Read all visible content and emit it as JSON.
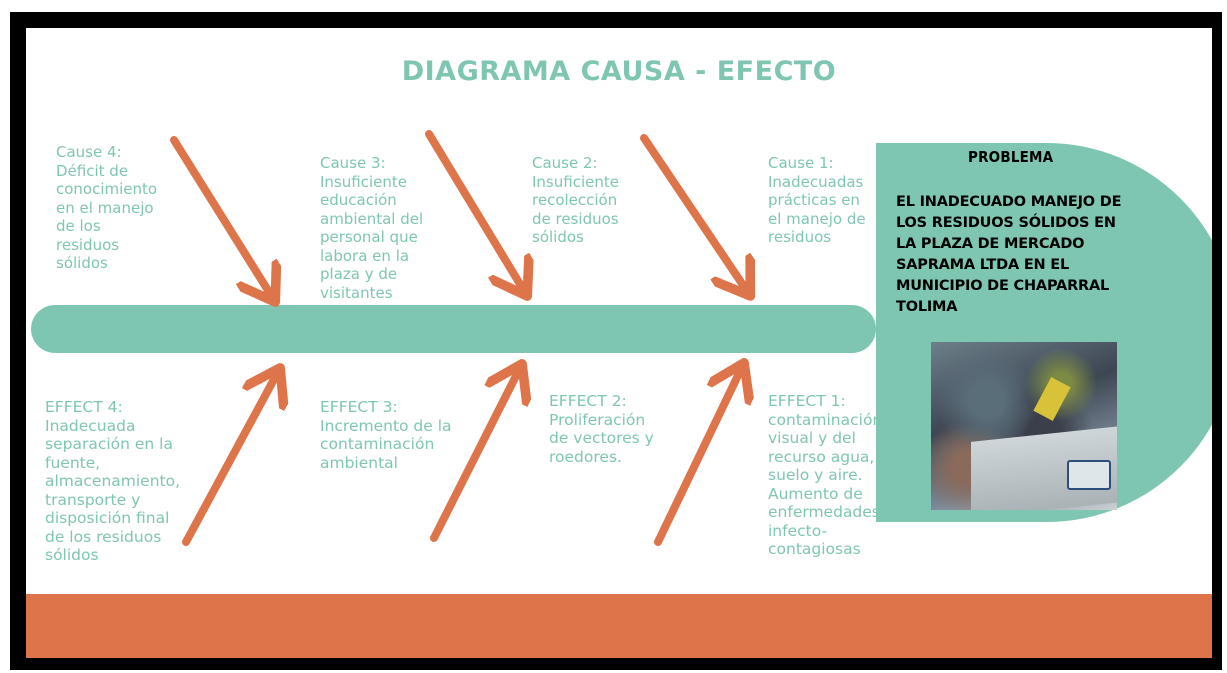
{
  "title": "DIAGRAMA CAUSA - EFECTO",
  "colors": {
    "teal": "#7fc6b2",
    "orange": "#de744a",
    "frame": "#000000",
    "text_dark": "#000000"
  },
  "problem": {
    "heading": "PROBLEMA",
    "text": "EL INADECUADO MANEJO DE\nLOS RESIDUOS SÓLIDOS  EN\nLA PLAZA DE MERCADO\nSAPRAMA LTDA EN EL\nMUNICIPIO DE CHAPARRAL\nTOLIMA"
  },
  "causes": [
    {
      "heading": "Cause 4:",
      "text": "Déficit de\nconocimiento\nen el manejo\nde los\nresiduos\nsólidos"
    },
    {
      "heading": "Cause 3:",
      "text": "Insuficiente\neducación\nambiental del\npersonal que\nlabora en la\nplaza y de\nvisitantes"
    },
    {
      "heading": "Cause 2:",
      "text": "Insuficiente\nrecolección\nde residuos\nsólidos"
    },
    {
      "heading": "Cause 1:",
      "text": "Inadecuadas\nprácticas en\nel manejo de\nresiduos"
    }
  ],
  "effects": [
    {
      "heading": "EFFECT 4:",
      "text": "Inadecuada\nseparación en la\nfuente,\nalmacenamiento,\ntransporte y\ndisposición final\nde los residuos\nsólidos"
    },
    {
      "heading": "EFFECT 3:",
      "text": "Incremento de la\ncontaminación\nambiental"
    },
    {
      "heading": "EFFECT 2:",
      "text": "Proliferación\nde vectores y\nroedores."
    },
    {
      "heading": "EFFECT 1:",
      "text": "contaminación\nvisual y del\nrecurso agua,\nsuelo y aire.\nAumento de\nenfermedades\ninfecto-\ncontagiosas"
    }
  ]
}
